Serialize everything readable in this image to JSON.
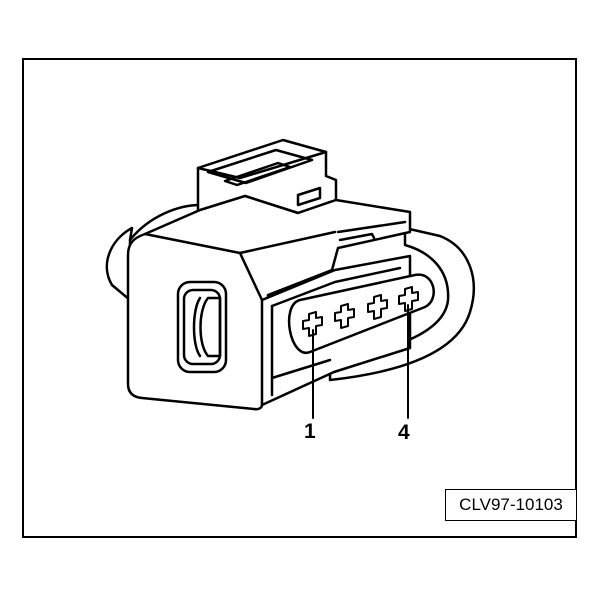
{
  "figure": {
    "reference_code": "CLV97-10103",
    "pin_callouts": {
      "first": "1",
      "last": "4"
    },
    "pin_count": 4,
    "line_color": "#000000",
    "background_color": "#ffffff"
  }
}
